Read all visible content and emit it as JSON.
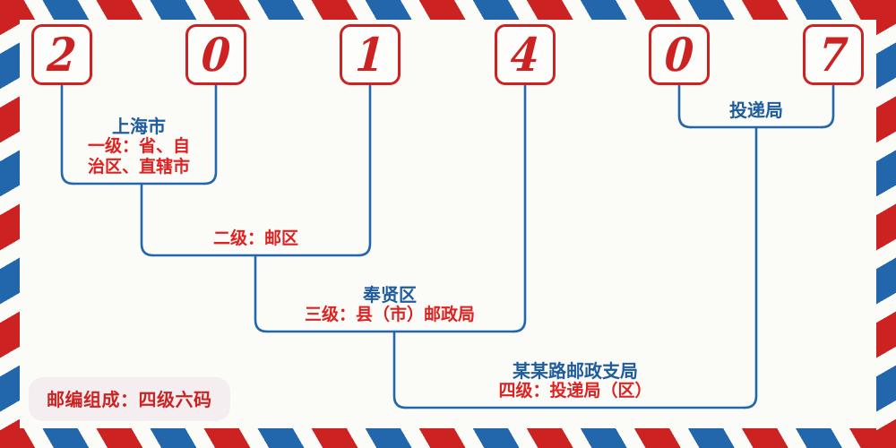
{
  "theme": {
    "paper_color": "#fbfbf8",
    "red": "#cc2222",
    "blue": "#2266ac",
    "title_blue": "#1f5c9e",
    "sub_red": "#dd2222",
    "badge_bg": "#f4eef1"
  },
  "postcode": {
    "digits": [
      "2",
      "0",
      "1",
      "4",
      "0",
      "7"
    ],
    "full": "201407"
  },
  "levels": [
    {
      "key": "level1",
      "title": "上海市",
      "subtitle_lines": [
        "一级：省、自",
        "治区、直辖市"
      ],
      "subtitle": "一级：省、自治区、直辖市"
    },
    {
      "key": "level2",
      "title": "",
      "subtitle_lines": [
        "二级：邮区"
      ],
      "subtitle": "二级：邮区"
    },
    {
      "key": "level3",
      "title": "奉贤区",
      "subtitle_lines": [
        "三级：县（市）邮政局"
      ],
      "subtitle": "三级：县（市）邮政局"
    },
    {
      "key": "level4",
      "title": "某某路邮政支局",
      "subtitle_lines": [
        "四级：投递局（区）"
      ],
      "subtitle": "四级：投递局（区）"
    }
  ],
  "delivery_office": {
    "title": "投递局"
  },
  "footer": {
    "badge_text": "邮编组成：四级六码"
  }
}
